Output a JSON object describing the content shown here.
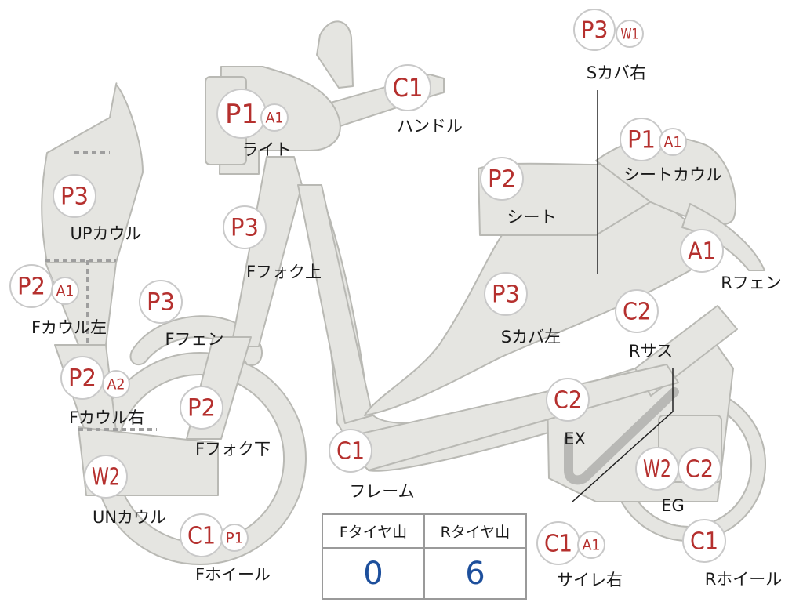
{
  "colors": {
    "badge_text": "#b5302e",
    "badge_stroke": "#c9c9c9",
    "body_fill": "#e5e5e1",
    "body_stroke": "#b9b9b4",
    "leader_line": "#222222",
    "value_blue": "#1d4f9c"
  },
  "parts": [
    {
      "id": "light",
      "label": "ライト",
      "codes": [
        "P1",
        "A1"
      ]
    },
    {
      "id": "handle",
      "label": "ハンドル",
      "codes": [
        "C1"
      ]
    },
    {
      "id": "s-cover-right",
      "label": "Sカバ右",
      "codes": [
        "P3",
        "W1"
      ]
    },
    {
      "id": "seat-cowl",
      "label": "シートカウル",
      "codes": [
        "P1",
        "A1"
      ]
    },
    {
      "id": "seat",
      "label": "シート",
      "codes": [
        "P2"
      ]
    },
    {
      "id": "up-cowl",
      "label": "UPカウル",
      "codes": [
        "P3"
      ]
    },
    {
      "id": "f-fork-upper",
      "label": "Fフォク上",
      "codes": [
        "P3"
      ]
    },
    {
      "id": "r-fender",
      "label": "Rフェン",
      "codes": [
        "A1"
      ]
    },
    {
      "id": "f-cowl-left",
      "label": "Fカウル左",
      "codes": [
        "P2",
        "A1"
      ]
    },
    {
      "id": "f-fender",
      "label": "Fフェン",
      "codes": [
        "P3"
      ]
    },
    {
      "id": "s-cover-left",
      "label": "Sカバ左",
      "codes": [
        "P3"
      ]
    },
    {
      "id": "r-suspension",
      "label": "Rサス",
      "codes": [
        "C2"
      ]
    },
    {
      "id": "f-cowl-right",
      "label": "Fカウル右",
      "codes": [
        "P2",
        "A2"
      ]
    },
    {
      "id": "f-fork-lower",
      "label": "Fフォク下",
      "codes": [
        "P2"
      ]
    },
    {
      "id": "exhaust",
      "label": "EX",
      "codes": [
        "C2"
      ]
    },
    {
      "id": "frame",
      "label": "フレーム",
      "codes": [
        "C1"
      ]
    },
    {
      "id": "un-cowl",
      "label": "UNカウル",
      "codes": [
        "W2"
      ]
    },
    {
      "id": "engine",
      "label": "EG",
      "codes": [
        "W2",
        "C2"
      ]
    },
    {
      "id": "f-wheel",
      "label": "Fホイール",
      "codes": [
        "C1",
        "P1"
      ]
    },
    {
      "id": "muffler-right",
      "label": "サイレ右",
      "codes": [
        "C1",
        "A1"
      ]
    },
    {
      "id": "r-wheel",
      "label": "Rホイール",
      "codes": [
        "C1"
      ]
    }
  ],
  "tire_table": {
    "front_header": "Fタイヤ山",
    "rear_header": "Rタイヤ山",
    "front_value": "0",
    "rear_value": "6"
  }
}
